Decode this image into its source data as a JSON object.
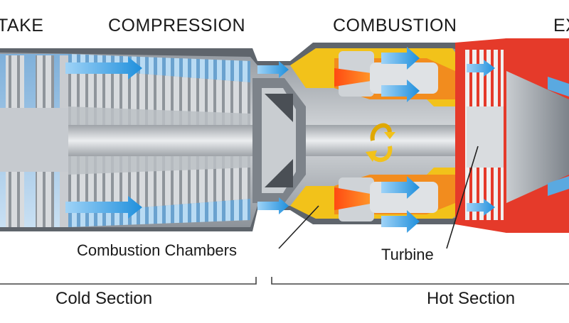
{
  "stages": {
    "intake": "TAKE",
    "compression": "COMPRESSION",
    "combustion": "COMBUSTION",
    "exhaust": "EX"
  },
  "callouts": {
    "combustion_chambers": "Combustion Chambers",
    "turbine": "Turbine"
  },
  "sections": {
    "cold": "Cold Section",
    "hot": "Hot Section"
  },
  "colors": {
    "casing": "#9aa0a6",
    "casing_dark": "#5a5f66",
    "compressor_blue": "#a9cbe8",
    "airflow_arrow": "#3aa0e6",
    "combustor_yellow": "#f2c21a",
    "combustor_orange": "#f28c1e",
    "flame": "#ff6a1a",
    "hot_red": "#e53a2a"
  },
  "icons": {
    "airflow": "arrow-right-icon",
    "rotation": "rotation-arrow-icon"
  }
}
